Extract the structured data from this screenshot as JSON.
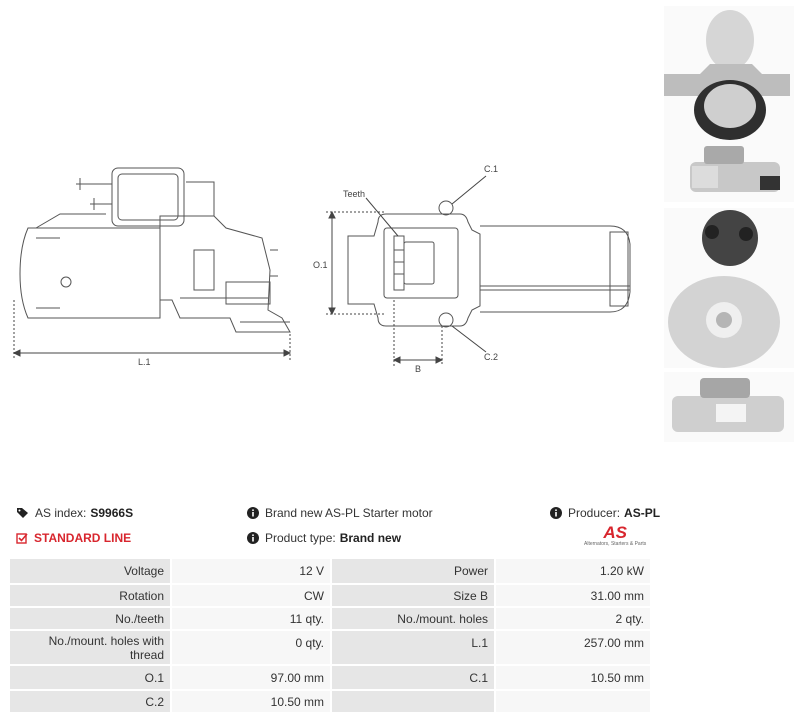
{
  "header": {
    "as_index_label": "AS index:",
    "as_index_value": "S9966S",
    "line_label": "STANDARD LINE",
    "description": "Brand new AS-PL Starter motor",
    "product_type_label": "Product type:",
    "product_type_value": "Brand new",
    "producer_label": "Producer:",
    "producer_value": "AS-PL",
    "logo_text": "AS",
    "logo_tagline": "Alternators, Starters & Parts"
  },
  "drawing_labels": {
    "l1": "L.1",
    "o1": "O.1",
    "teeth": "Teeth",
    "c1": "C.1",
    "c2": "C.2",
    "b": "B"
  },
  "specs": [
    {
      "label1": "Voltage",
      "value1": "12 V",
      "label2": "Power",
      "value2": "1.20 kW"
    },
    {
      "label1": "Rotation",
      "value1": "CW",
      "label2": "Size B",
      "value2": "31.00 mm"
    },
    {
      "label1": "No./teeth",
      "value1": "11 qty.",
      "label2": "No./mount. holes",
      "value2": "2 qty."
    },
    {
      "label1": "No./mount. holes with thread",
      "value1": "0 qty.",
      "label2": "L.1",
      "value2": "257.00 mm"
    },
    {
      "label1": "O.1",
      "value1": "97.00 mm",
      "label2": "C.1",
      "value2": "10.50 mm"
    },
    {
      "label1": "C.2",
      "value1": "10.50 mm",
      "label2": "",
      "value2": ""
    }
  ],
  "colors": {
    "accent_red": "#d8262e",
    "label_bg": "#e6e6e6",
    "value_bg": "#f7f7f7"
  }
}
